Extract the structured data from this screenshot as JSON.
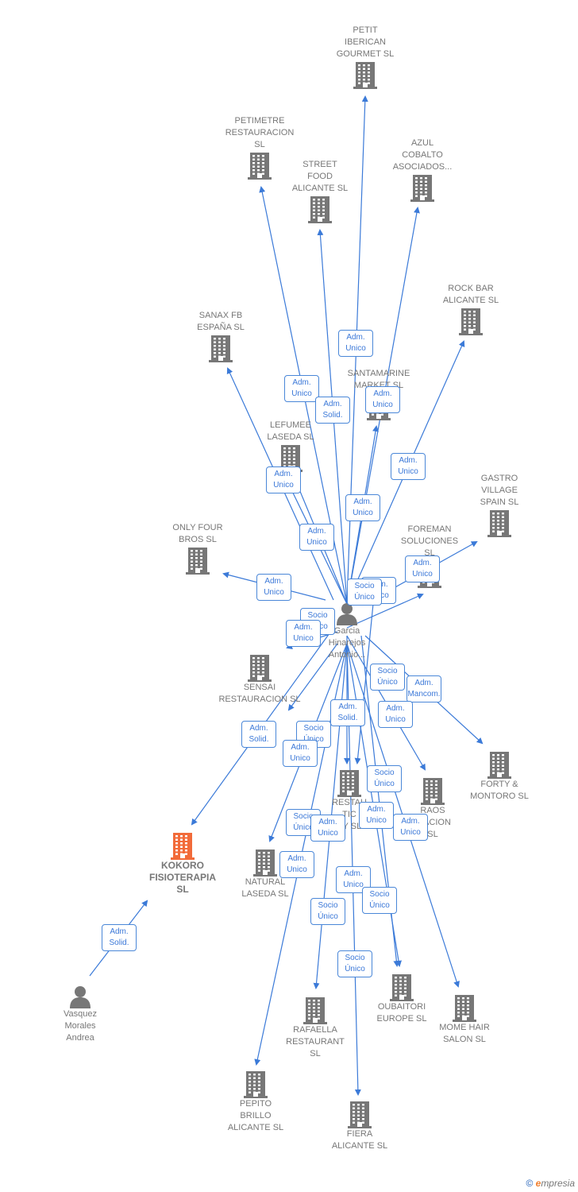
{
  "colors": {
    "edge": "#3b7ad8",
    "node": "#777777",
    "highlight": "#f26b3a"
  },
  "nodes": [
    {
      "id": "center",
      "kind": "person",
      "label": "Garcia\nHinarejos\nAntonio..."
    },
    {
      "id": "petit",
      "kind": "company",
      "label": "PETIT\nIBERICAN\nGOURMET SL"
    },
    {
      "id": "petimetre",
      "kind": "company",
      "label": "PETIMETRE\nRESTAURACION\nSL"
    },
    {
      "id": "street",
      "kind": "company",
      "label": "STREET\nFOOD\nALICANTE  SL"
    },
    {
      "id": "azul",
      "kind": "company",
      "label": "AZUL\nCOBALTO\nASOCIADOS..."
    },
    {
      "id": "rockbar",
      "kind": "company",
      "label": "ROCK BAR\nALICANTE  SL"
    },
    {
      "id": "sanax",
      "kind": "company",
      "label": "SANAX FB\nESPAÑA  SL"
    },
    {
      "id": "santamarine",
      "kind": "company",
      "label": "SANTAMARINE\nMARKET  SL"
    },
    {
      "id": "lefumee",
      "kind": "company",
      "label": "LEFUMEE\nLASEDA  SL"
    },
    {
      "id": "gastro",
      "kind": "company",
      "label": "GASTRO\nVILLAGE\nSPAIN  SL"
    },
    {
      "id": "onlyfour",
      "kind": "company",
      "label": "ONLY FOUR\nBROS  SL"
    },
    {
      "id": "foreman",
      "kind": "company",
      "label": "FOREMAN\nSOLUCIONES\nSL"
    },
    {
      "id": "sensai",
      "kind": "company",
      "label": "SENSAI\nRESTAURACION SL"
    },
    {
      "id": "forty",
      "kind": "company",
      "label": "FORTY &\nMONTORO  SL"
    },
    {
      "id": "restau",
      "kind": "company",
      "label": "RESTAU\nTIC\nTY SL"
    },
    {
      "id": "raos",
      "kind": "company",
      "label": "RAOS\nICACION\nSL"
    },
    {
      "id": "kokoro",
      "kind": "company-highlight",
      "label": "KOKORO\nFISIOTERAPIA\nSL"
    },
    {
      "id": "natural",
      "kind": "company",
      "label": "NATURAL\nLASEDA  SL"
    },
    {
      "id": "vasquez",
      "kind": "person",
      "label": "Vasquez\nMorales\nAndrea"
    },
    {
      "id": "oubaitori",
      "kind": "company",
      "label": "OUBAITORI\nEUROPE  SL"
    },
    {
      "id": "mome",
      "kind": "company",
      "label": "MOME HAIR\nSALON  SL"
    },
    {
      "id": "rafaella",
      "kind": "company",
      "label": "RAFAELLA\nRESTAURANT\nSL"
    },
    {
      "id": "pepito",
      "kind": "company",
      "label": "PEPITO\nBRILLO\nALICANTE  SL"
    },
    {
      "id": "fiera",
      "kind": "company",
      "label": "FIERA\nALICANTE  SL"
    }
  ],
  "edge_labels": [
    "Adm.\nUnico",
    "Adm.\nUnico",
    "Adm.\nSolid.",
    "Adm.\nUnico",
    "Adm.\nUnico",
    "Adm.\nUnico",
    "Adm.\nUnico",
    "Adm.\nUnico",
    "Adm.\nUnico",
    "Adm.\nUnico",
    "Socio\nÚnico",
    "Adm.\nUnico",
    "Adm.\nUnico",
    "Socio\nÚnico",
    "Socio\nÚnico",
    "Adm.\nMancom.",
    "Adm.\nUnico",
    "Adm.\nSolid.",
    "Adm.\nSolid.",
    "Socio\nÚnico",
    "Adm.\nUnico",
    "Socio\nÚnico",
    "Socio\nÚnico",
    "Adm.\nUnico",
    "Adm.\nUnico",
    "Adm.\nUnico",
    "Adm.\nUnico",
    "Adm.\nUnico",
    "Socio\nÚnico",
    "Socio\nÚnico",
    "Socio\nÚnico",
    "Adm.\nSolid."
  ],
  "footer": {
    "copyright": "©",
    "brand": "mpresia",
    "brand_initial": "e"
  }
}
